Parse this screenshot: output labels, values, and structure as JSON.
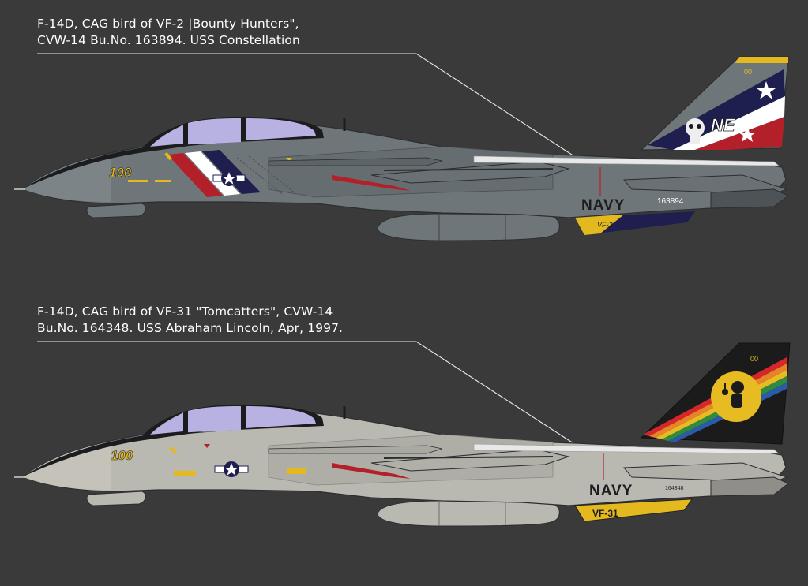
{
  "colors": {
    "background": "#3a3a3b",
    "caption_text": "#ffffff",
    "vf2_body": "#6f7679",
    "vf2_tail_band": "#1e1f4e",
    "vf2_tail_red": "#b3202a",
    "vf31_body": "#b9b8b1",
    "vf31_tail": "#1b1b1c",
    "vf31_badge": "#e6bc22",
    "canopy_glass": "#b7b2e1",
    "marking_yellow": "#e3b91f"
  },
  "profiles": [
    {
      "caption_lines": [
        "F-14D, CAG bird of VF-2 |Bounty Hunters\",",
        "CVW-14 Bu.No. 163894. USS Constellation"
      ],
      "modex": "100",
      "tail_code": "NE",
      "tail_modex": "00",
      "fuselage_text": "NAVY",
      "bureau_number": "163894",
      "ventral_fin_text": "VF-2"
    },
    {
      "caption_lines": [
        "F-14D, CAG bird of  VF-31 \"Tomcatters\", CVW-14",
        "Bu.No. 164348. USS Abraham Lincoln, Apr, 1997."
      ],
      "modex": "100",
      "tail_modex": "00",
      "fuselage_text": "NAVY",
      "bureau_number": "164348",
      "ventral_fin_text": "VF-31"
    }
  ]
}
